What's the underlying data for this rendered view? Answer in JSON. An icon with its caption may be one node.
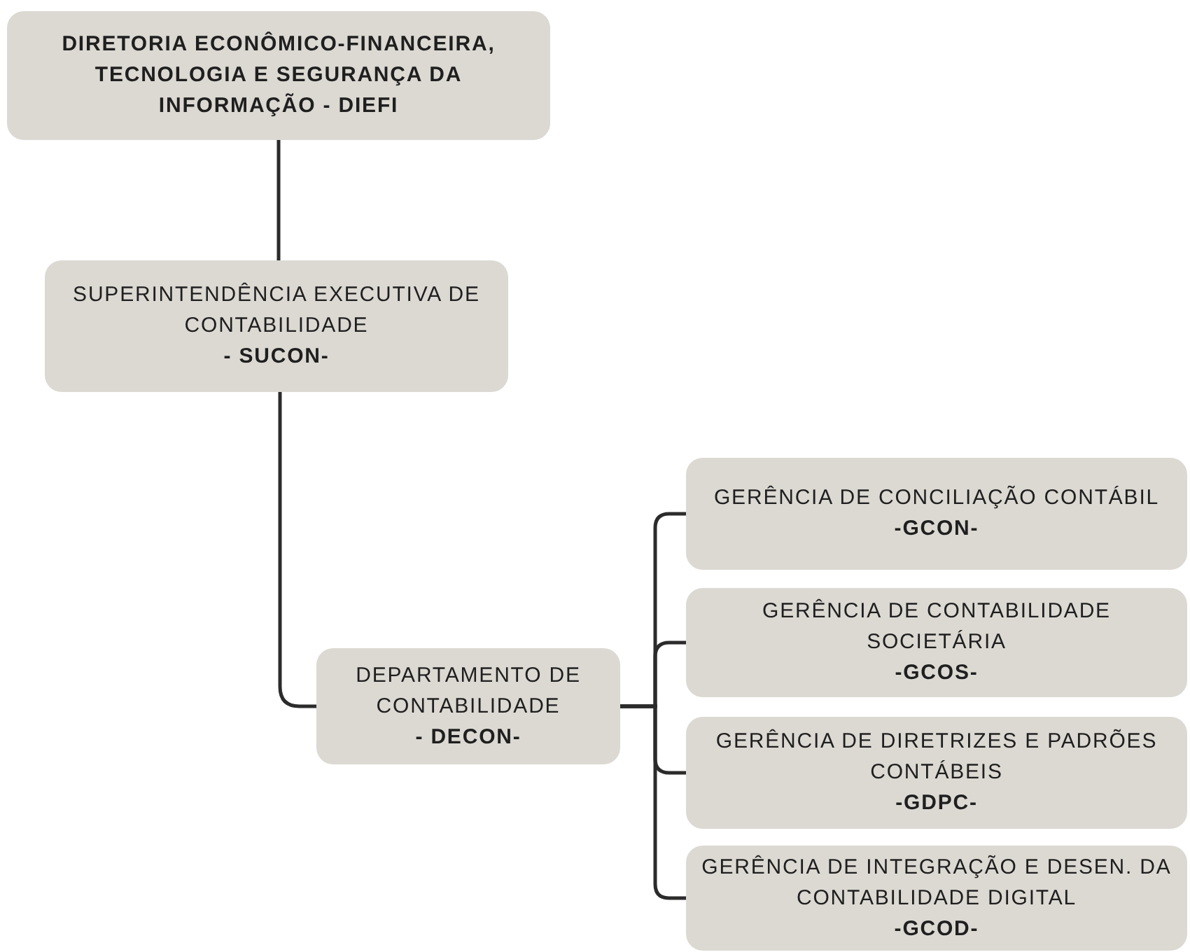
{
  "diagram": {
    "nodes": [
      {
        "text": [
          "DIRETORIA ECONÔMICO-FINANCEIRA, TECNOLOGIA E SEGURANÇA DA INFORMAÇÃO - DIEFI"
        ]
      },
      {
        "text": [
          "SUPERINTENDÊNCIA EXECUTIVA DE CONTABILIDADE",
          "- SUCON-"
        ]
      },
      {
        "text": [
          "DEPARTAMENTO DE CONTABILIDADE",
          "- DECON-"
        ]
      },
      {
        "text": [
          "GERÊNCIA DE CONCILIAÇÃO CONTÁBIL",
          "-GCON-"
        ]
      },
      {
        "text": [
          "GERÊNCIA DE CONTABILIDADE SOCIETÁRIA",
          "-GCOS-"
        ]
      },
      {
        "text": [
          "GERÊNCIA DE DIRETRIZES E PADRÕES CONTÁBEIS",
          "-GDPC-"
        ]
      },
      {
        "text": [
          "GERÊNCIA DE INTEGRAÇÃO E DESEN. DA CONTABILIDADE DIGITAL",
          "-GCOD-"
        ]
      }
    ],
    "edges": [
      {
        "from": 0,
        "to": 1,
        "arrow": "none"
      },
      {
        "from": 1,
        "to": 2,
        "arrow": "none"
      },
      {
        "from": 2,
        "to": 3,
        "arrow": "none"
      },
      {
        "from": 2,
        "to": 4,
        "arrow": "none"
      },
      {
        "from": 2,
        "to": 5,
        "arrow": "none"
      },
      {
        "from": 2,
        "to": 6,
        "arrow": "none"
      }
    ]
  }
}
